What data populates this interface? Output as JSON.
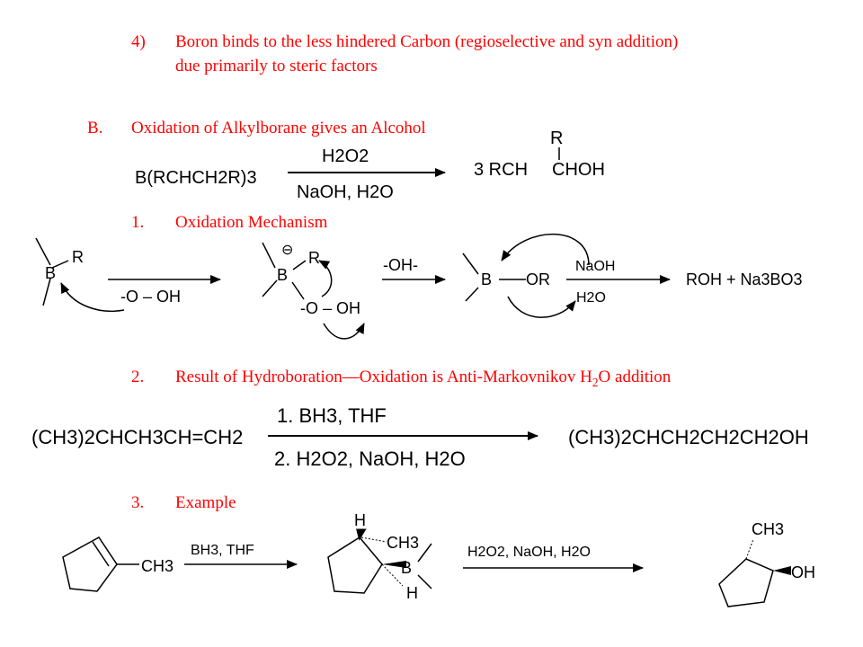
{
  "point4": {
    "num": "4)",
    "line1": "Boron binds to the less hindered Carbon (regioselective and syn addition)",
    "line2": "due primarily to steric factors"
  },
  "sectionB": {
    "letter": "B.",
    "title": "Oxidation of Alkylborane gives an Alcohol"
  },
  "eq1": {
    "reactant": "B(RCHCH2R)3",
    "reagent_top": "H2O2",
    "reagent_bottom": "NaOH, H2O",
    "product_prefix": "3 RCH",
    "product_suffix": "CHOH",
    "product_R": "R"
  },
  "item1": {
    "num": "1.",
    "title": "Oxidation Mechanism"
  },
  "mech": {
    "B": "B",
    "R": "R",
    "peroxide": "-O – OH",
    "plus_minus": "⊖",
    "arrow_label": "-OH-",
    "step3_B": "B",
    "step3_OR": "OR",
    "naoh": "NaOH",
    "h2o": "H2O",
    "product": "ROH  +  Na3BO3"
  },
  "item2": {
    "num": "2.",
    "title_pre": "Result of Hydroboration—Oxidation is Anti-Markovnikov H",
    "title_sub": "2",
    "title_post": "O addition"
  },
  "eq2": {
    "reactant": "(CH3)2CHCH3CH=CH2",
    "cond1": "1. BH3, THF",
    "cond2": "2. H2O2, NaOH, H2O",
    "product": "(CH3)2CHCH2CH2CH2OH"
  },
  "item3": {
    "num": "3.",
    "title": "Example"
  },
  "ex": {
    "ch3": "CH3",
    "reagent1": "BH3, THF",
    "h_top": "H",
    "ch3_mid": "CH3",
    "b": "B",
    "h_bot": "H",
    "reagent2": "H2O2, NaOH, H2O",
    "ch3_prod": "CH3",
    "oh": "OH"
  }
}
